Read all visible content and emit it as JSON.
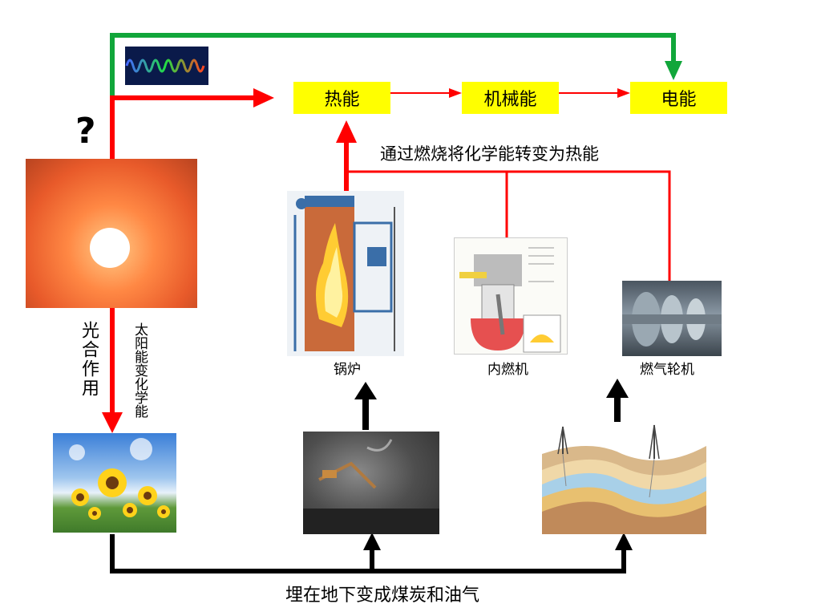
{
  "nodes": {
    "heat": "热能",
    "mechanical": "机械能",
    "electric": "电能"
  },
  "labels": {
    "question": "?",
    "combustion": "通过燃烧将化学能转变为热能",
    "photosynthesis": "光合作用",
    "solar_to_chemical": "太阳能变化学能",
    "boiler": "锅炉",
    "engine": "内燃机",
    "turbine": "燃气轮机",
    "buried": "埋在地下变成煤炭和油气"
  },
  "colors": {
    "red_arrow": "#ff0000",
    "green_arrow": "#11a63a",
    "black_arrow": "#000000",
    "box_fill": "#ffff00"
  },
  "icons": {
    "sun": "sun-image",
    "wave": "wave-image",
    "sunflower": "sunflower-image",
    "coal_mine": "coal-mine-image",
    "geology": "oil-gas-strata-image",
    "boiler": "boiler-diagram",
    "engine": "engine-diagram",
    "turbine": "turbine-image"
  }
}
